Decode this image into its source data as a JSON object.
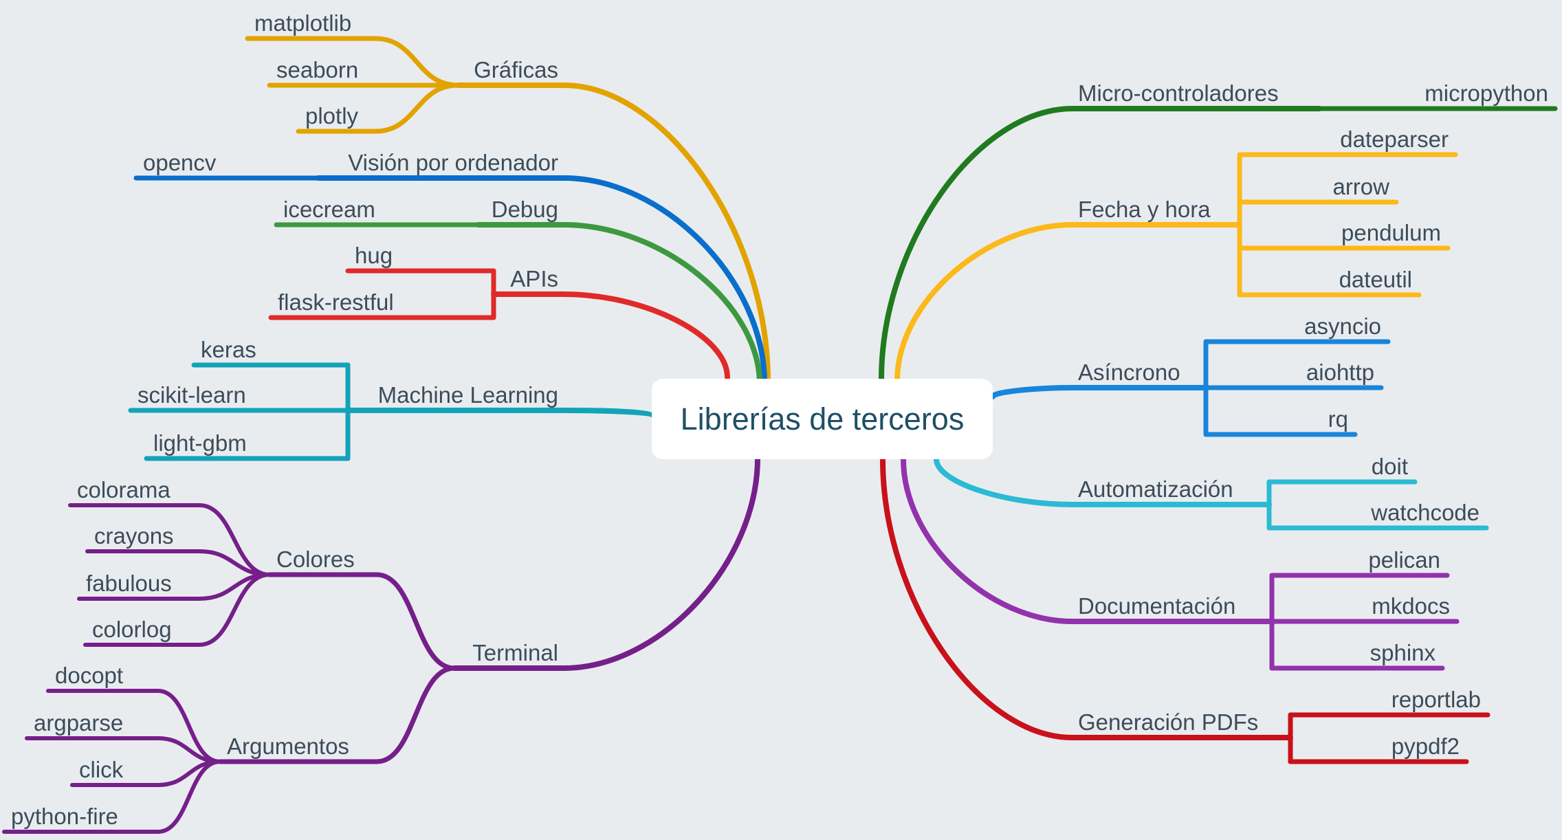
{
  "root": {
    "label": "Librerías de terceros"
  },
  "branches": [
    {
      "label": "Gráficas",
      "color": "#e2a300",
      "side": "left",
      "children": [
        {
          "label": "matplotlib"
        },
        {
          "label": "seaborn"
        },
        {
          "label": "plotly"
        }
      ]
    },
    {
      "label": "Visión por ordenador",
      "color": "#0a6ecb",
      "side": "left",
      "children": [
        {
          "label": "opencv"
        }
      ]
    },
    {
      "label": "Debug",
      "color": "#3d9940",
      "side": "left",
      "children": [
        {
          "label": "icecream"
        }
      ]
    },
    {
      "label": "APIs",
      "color": "#e02a2a",
      "side": "left",
      "children": [
        {
          "label": "hug"
        },
        {
          "label": "flask-restful"
        }
      ]
    },
    {
      "label": "Machine Learning",
      "color": "#13a3b8",
      "side": "left",
      "children": [
        {
          "label": "keras"
        },
        {
          "label": "scikit-learn"
        },
        {
          "label": "light-gbm"
        }
      ]
    },
    {
      "label": "Terminal",
      "color": "#751f8a",
      "side": "left",
      "children": [
        {
          "label": "Colores",
          "children": [
            {
              "label": "colorama"
            },
            {
              "label": "crayons"
            },
            {
              "label": "fabulous"
            },
            {
              "label": "colorlog"
            }
          ]
        },
        {
          "label": "Argumentos",
          "children": [
            {
              "label": "docopt"
            },
            {
              "label": "argparse"
            },
            {
              "label": "click"
            },
            {
              "label": "python-fire"
            }
          ]
        }
      ]
    },
    {
      "label": "Micro-controladores",
      "color": "#207a1f",
      "side": "right",
      "children": [
        {
          "label": "micropython"
        }
      ]
    },
    {
      "label": "Fecha y hora",
      "color": "#fbb91a",
      "side": "right",
      "children": [
        {
          "label": "dateparser"
        },
        {
          "label": "arrow"
        },
        {
          "label": "pendulum"
        },
        {
          "label": "dateutil"
        }
      ]
    },
    {
      "label": "Asíncrono",
      "color": "#1885dc",
      "side": "right",
      "children": [
        {
          "label": "asyncio"
        },
        {
          "label": "aiohttp"
        },
        {
          "label": "rq"
        }
      ]
    },
    {
      "label": "Automatización",
      "color": "#2bbad4",
      "side": "right",
      "children": [
        {
          "label": "doit"
        },
        {
          "label": "watchcode"
        }
      ]
    },
    {
      "label": "Documentación",
      "color": "#9232ad",
      "side": "right",
      "children": [
        {
          "label": "pelican"
        },
        {
          "label": "mkdocs"
        },
        {
          "label": "sphinx"
        }
      ]
    },
    {
      "label": "Generación PDFs",
      "color": "#c8111a",
      "side": "right",
      "children": [
        {
          "label": "reportlab"
        },
        {
          "label": "pypdf2"
        }
      ]
    }
  ]
}
